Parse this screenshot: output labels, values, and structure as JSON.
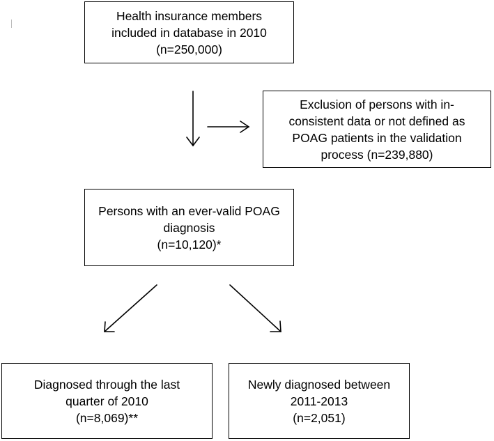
{
  "boxes": {
    "top": {
      "line1": "Health insurance members",
      "line2": "included in database in 2010",
      "line3": "(n=250,000)"
    },
    "exclusion": {
      "line1": "Exclusion of persons with in-",
      "line2": "consistent data or not defined as",
      "line3": "POAG patients in the validation",
      "line4": "process (n=239,880)"
    },
    "valid": {
      "line1": "Persons with an ever-valid POAG",
      "line2": "diagnosis",
      "line3": "(n=10,120)*"
    },
    "diagnosed_2010": {
      "line1": "Diagnosed through the last",
      "line2": "quarter of 2010",
      "line3": "(n=8,069)**"
    },
    "newly_diagnosed": {
      "line1": "Newly diagnosed between",
      "line2": "2011-2013",
      "line3": "(n=2,051)"
    }
  },
  "colors": {
    "line": "#000000",
    "background": "#ffffff"
  }
}
